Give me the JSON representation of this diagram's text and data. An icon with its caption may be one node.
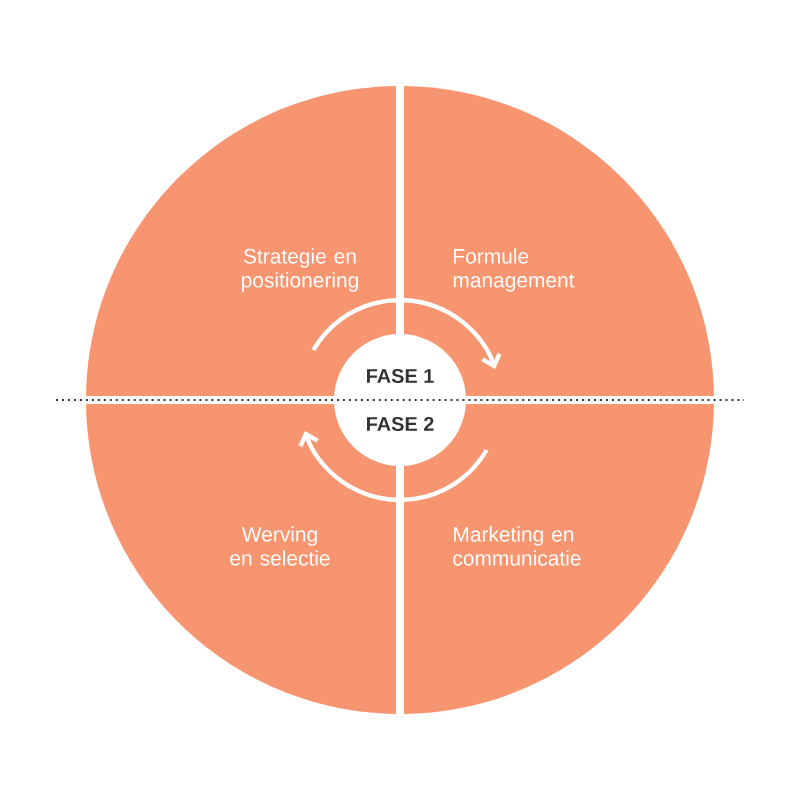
{
  "diagram": {
    "nodes": [
      {
        "text": [
          "Strategie en positionering"
        ]
      },
      {
        "text": [
          "Formule management"
        ]
      },
      {
        "text": [
          "Werving en selectie"
        ]
      },
      {
        "text": [
          "Marketing en communicatie"
        ]
      },
      {
        "text": [
          "FASE 1",
          "FASE 2"
        ]
      }
    ],
    "edges": [
      {
        "from": 0,
        "to": 1,
        "arrow": "to"
      },
      {
        "from": 3,
        "to": 2,
        "arrow": "to"
      }
    ]
  }
}
